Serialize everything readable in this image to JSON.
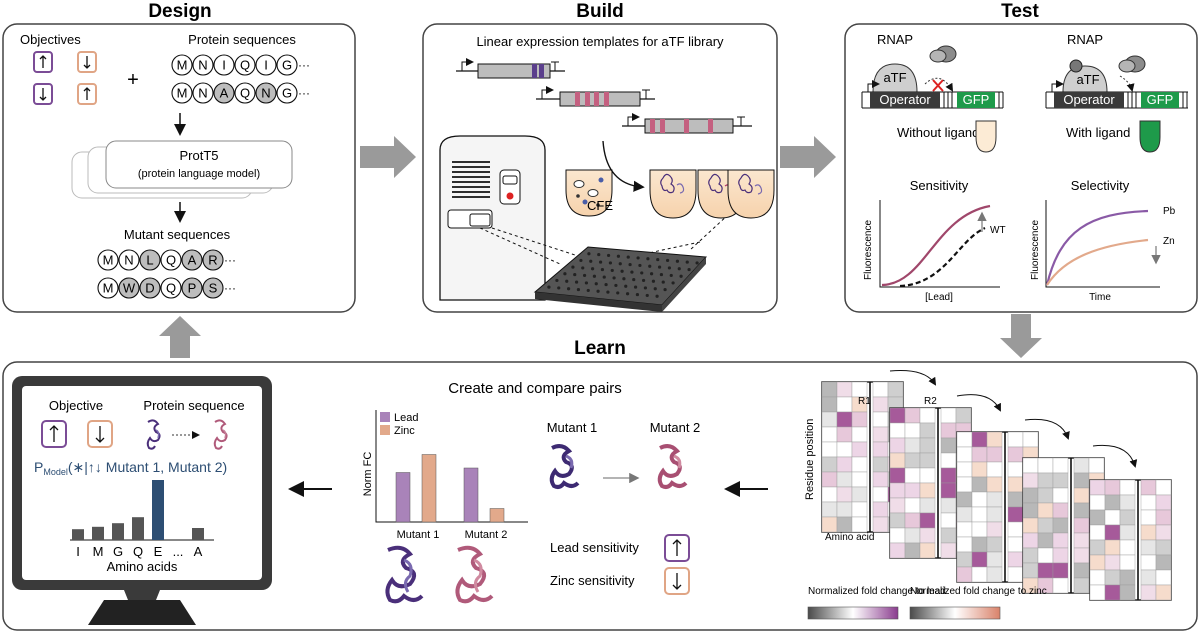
{
  "sections": {
    "design": {
      "title": "Design",
      "objectives_label": "Objectives",
      "protein_sequences_label": "Protein sequences",
      "plus": "+",
      "seq1": [
        "M",
        "N",
        "I",
        "Q",
        "I",
        "G"
      ],
      "seq2": [
        "M",
        "N",
        "A",
        "Q",
        "N",
        "G"
      ],
      "ellipsis": "···",
      "model_name": "ProtT5",
      "model_desc": "(protein language model)",
      "mutant_sequences_label": "Mutant sequences",
      "mut1": [
        "M",
        "N",
        "L",
        "Q",
        "A",
        "R"
      ],
      "mut2": [
        "M",
        "W",
        "D",
        "Q",
        "P",
        "S"
      ]
    },
    "build": {
      "title": "Build",
      "templates_label": "Linear expression templates for aTF library",
      "cfe_label": "CFE"
    },
    "test": {
      "title": "Test",
      "rnap_label": "RNAP",
      "atf_label": "aTF",
      "operator_label": "Operator",
      "gfp_label": "GFP",
      "without_ligand": "Without ligand",
      "with_ligand": "With ligand",
      "sensitivity_title": "Sensitivity",
      "selectivity_title": "Selectivity",
      "y_label": "Fluorescence",
      "x_label_lead": "[Lead]",
      "x_label_time": "Time",
      "wt_label": "WT",
      "pb_label": "Pb",
      "zn_label": "Zn"
    },
    "learn": {
      "title": "Learn",
      "objective_label": "Objective",
      "protein_sequence_label": "Protein sequence",
      "pmodel_P": "P",
      "pmodel_sub": "Model",
      "pmodel_rest": "(∗|↑↓ Mutant 1, Mutant 2)",
      "amino_axis": [
        "I",
        "M",
        "G",
        "Q",
        "E",
        "...",
        "A"
      ],
      "amino_label": "Amino acids",
      "pairs_title": "Create and compare pairs",
      "legend_lead": "Lead",
      "legend_zinc": "Zinc",
      "norm_fc": "Norm FC",
      "mutant1": "Mutant 1",
      "mutant2": "Mutant 2",
      "lead_sensitivity": "Lead sensitivity",
      "zinc_sensitivity": "Zinc sensitivity",
      "r1": "R1",
      "r2": "R2",
      "residue_position": "Residue position",
      "amino_acid": "Amino acid",
      "nfc_lead": "Normalized fold change to lead",
      "nfc_zinc": "Normalized fold change to zinc"
    }
  },
  "colors": {
    "purple": "#7b4c96",
    "salmon": "#e0a585",
    "lead_bar": "#a983b9",
    "zinc_bar": "#e2a98b",
    "navy": "#2d4e73",
    "gfp_green": "#1e9a4a",
    "gray_arrow": "#9a9a9a"
  },
  "chart_data": [
    {
      "type": "bar",
      "name_ref": "pair-fold-change",
      "categories": [
        "Mutant 1",
        "Mutant 2"
      ],
      "series": [
        {
          "name": "Lead",
          "values": [
            0.55,
            0.6
          ]
        },
        {
          "name": "Zinc",
          "values": [
            0.75,
            0.15
          ]
        }
      ],
      "ylabel": "Norm FC"
    },
    {
      "type": "bar",
      "name_ref": "amino-acid-probabilities",
      "categories": [
        "I",
        "M",
        "G",
        "Q",
        "E",
        "...",
        "A"
      ],
      "values": [
        0.18,
        0.22,
        0.28,
        0.38,
        1.0,
        0,
        0.2
      ],
      "xlabel": "Amino acids"
    }
  ]
}
